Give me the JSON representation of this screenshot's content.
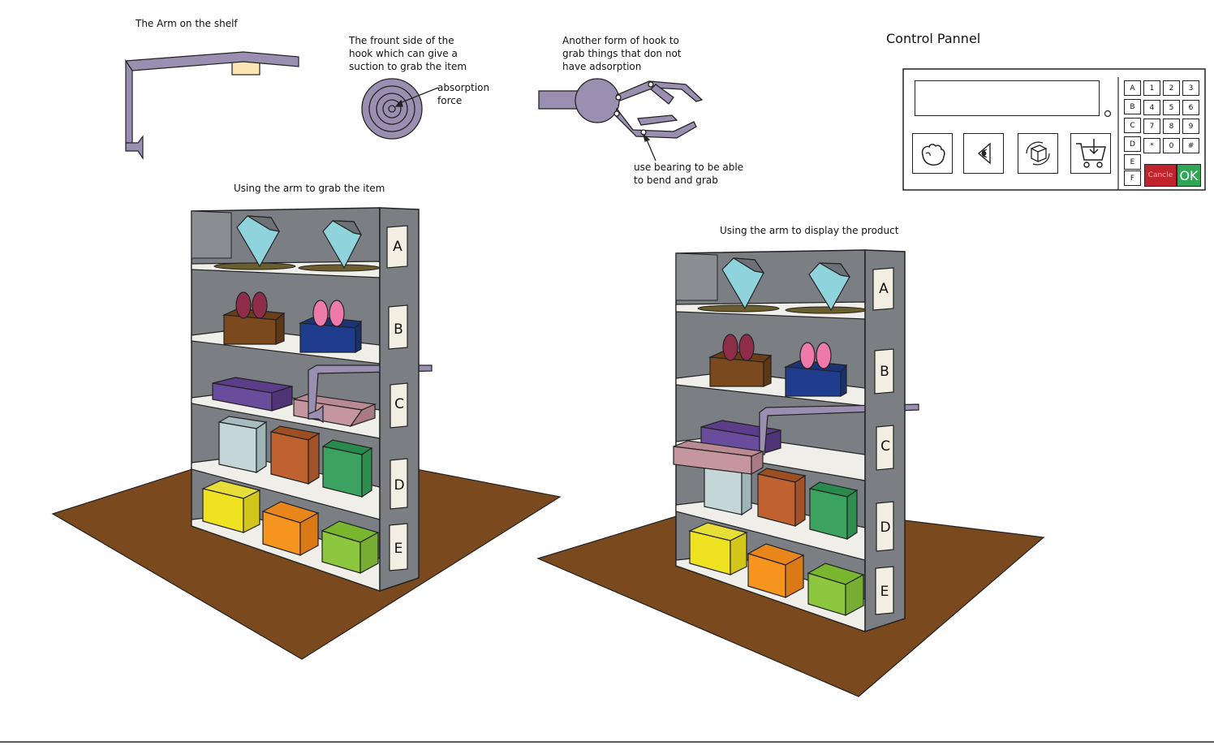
{
  "labels": {
    "arm_on_shelf": "The Arm on the shelf",
    "front_side": "The frount side of the\nhook which can give a\nsuction to grab the item",
    "absorption": "absorption\nforce",
    "another_hook": "Another form of hook to\ngrab things that don not\nhave adsorption",
    "bearing": "use bearing to be able\nto bend and grab",
    "grab_caption": "Using the arm to grab the item",
    "display_caption": "Using the arm to display the product"
  },
  "shelf_letters": [
    "A",
    "B",
    "C",
    "D",
    "E"
  ],
  "control_panel": {
    "title": "Control Pannel",
    "icon_buttons": [
      "grab-hand-icon",
      "view-eye-icon",
      "rotate-box-icon",
      "cart-download-icon"
    ],
    "row_keys": [
      "A",
      "B",
      "C",
      "D",
      "E",
      "F"
    ],
    "numpad": [
      "1",
      "2",
      "3",
      "4",
      "5",
      "6",
      "7",
      "8",
      "9",
      "*",
      "0",
      "#"
    ],
    "cancel_label": "Cancle",
    "ok_label": "OK"
  },
  "colors": {
    "floor": "#7a4a1e",
    "shelf_frame": "#7b7f84",
    "arm": "#9a8fb0",
    "diamond": "#8fd3dc",
    "cancel": "#c0232b",
    "ok": "#2ea654"
  }
}
